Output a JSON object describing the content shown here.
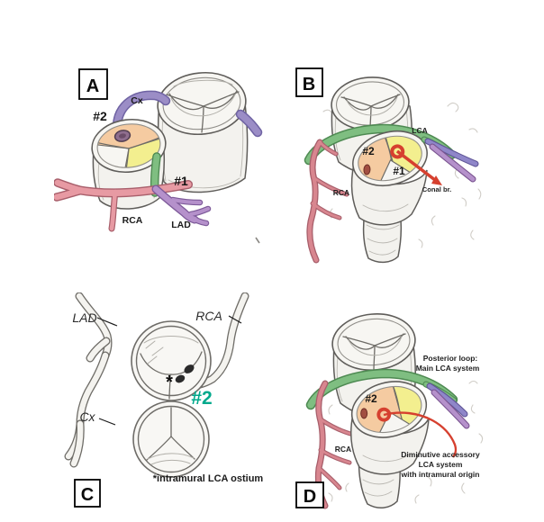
{
  "figure": {
    "description_note": "Four-panel coronary anatomy illustration",
    "colors": {
      "purple_artery": "#9b8dc6",
      "purple_lad": "#b591cb",
      "blue_purple": "#8f86c9",
      "pink_rca": "#e79aa3",
      "pink_rca_deep": "#d8868f",
      "green_artery": "#7fbe81",
      "red_accent": "#d6402f",
      "orange_cusp": "#f5cba1",
      "yellow_cusp": "#f3ef8f",
      "teal_label": "#00a98c",
      "ostium_purple": "#8f6e8e",
      "spot_brown": "#a24e41"
    },
    "panel_a": {
      "letter": "A",
      "labels": {
        "cx": "Cx",
        "hash2": "#2",
        "hash1": "#1",
        "rca": "RCA",
        "lad": "LAD"
      }
    },
    "panel_b": {
      "letter": "B",
      "labels": {
        "lca": "LCA",
        "hash2": "#2",
        "hash1": "#1",
        "conal": "Conal br.",
        "rca": "RCA"
      }
    },
    "panel_c": {
      "letter": "C",
      "labels": {
        "lad": "LAD",
        "rca": "RCA",
        "cx": "Cx",
        "asterisk": "*",
        "hash2": "#2"
      },
      "caption": "*intramural LCA ostium"
    },
    "panel_d": {
      "letter": "D",
      "labels": {
        "hash2": "#2",
        "rca": "RCA"
      },
      "posterior_note": [
        "Posterior loop:",
        "Main LCA system"
      ],
      "accessory_note": [
        "Diminutive accessory",
        "LCA system",
        "with intramural origin"
      ]
    }
  }
}
